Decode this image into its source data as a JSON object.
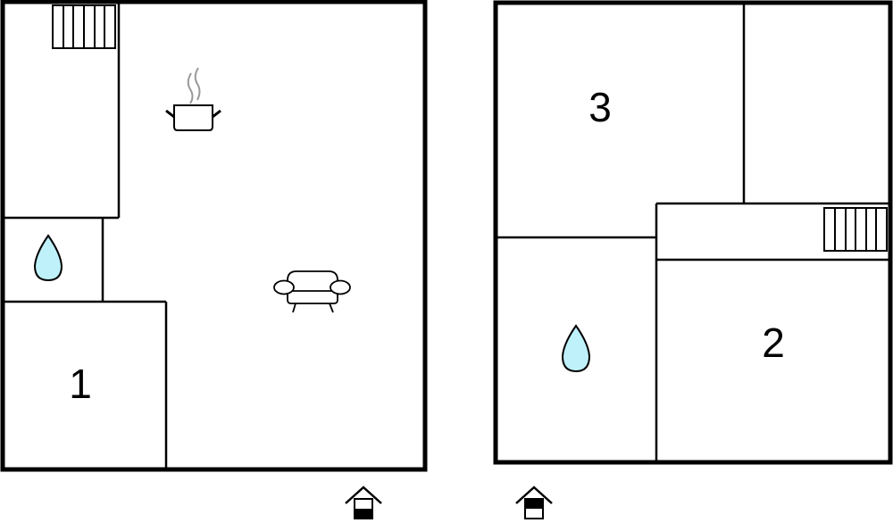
{
  "colors": {
    "wall": "#000000",
    "background": "#ffffff",
    "water": "#bff1fb",
    "steam": "#999999"
  },
  "floorplans": [
    {
      "name": "ground-floor",
      "rooms": [
        {
          "label": "1",
          "type": "bedroom"
        },
        {
          "label": "",
          "type": "bathroom",
          "icon": "water-drop-icon"
        },
        {
          "label": "",
          "type": "kitchen",
          "icon": "cooking-pot-icon"
        },
        {
          "label": "",
          "type": "living-room",
          "icon": "sofa-icon"
        },
        {
          "label": "",
          "type": "stairs",
          "icon": "stairs-icon"
        }
      ],
      "entrance_icon": "house-entrance-ground-floor-icon"
    },
    {
      "name": "upper-floor",
      "rooms": [
        {
          "label": "3",
          "type": "bedroom"
        },
        {
          "label": "2",
          "type": "bedroom"
        },
        {
          "label": "",
          "type": "bathroom",
          "icon": "water-drop-icon"
        },
        {
          "label": "",
          "type": "stairs",
          "icon": "stairs-icon"
        },
        {
          "label": "",
          "type": "room",
          "icon": ""
        }
      ],
      "entrance_icon": "house-entrance-upper-floor-icon"
    }
  ],
  "labels": {
    "room1": "1",
    "room2": "2",
    "room3": "3"
  }
}
